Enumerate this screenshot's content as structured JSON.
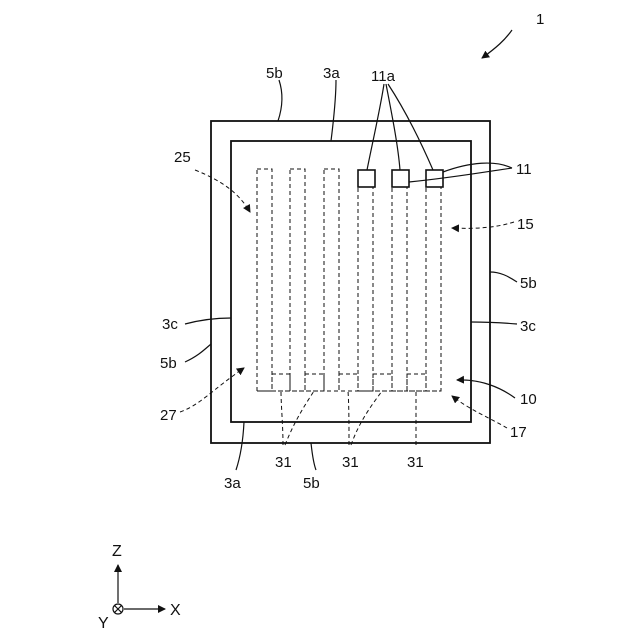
{
  "figure_number": "1",
  "labels": {
    "top_5b": "5b",
    "top_3a": "3a",
    "pad_11a": "11a",
    "pad_11": "11",
    "strip_25": "25",
    "strip_15": "15",
    "right_5b": "5b",
    "left_3c": "3c",
    "right_3c": "3c",
    "left_5b": "5b",
    "region_10": "10",
    "region_27": "27",
    "region_17": "17",
    "bottom_31_a": "31",
    "bottom_31_b": "31",
    "bottom_31_c": "31",
    "bottom_3a": "3a",
    "bottom_5b": "5b"
  },
  "axes": {
    "z": "Z",
    "x": "X",
    "y": "Y"
  }
}
